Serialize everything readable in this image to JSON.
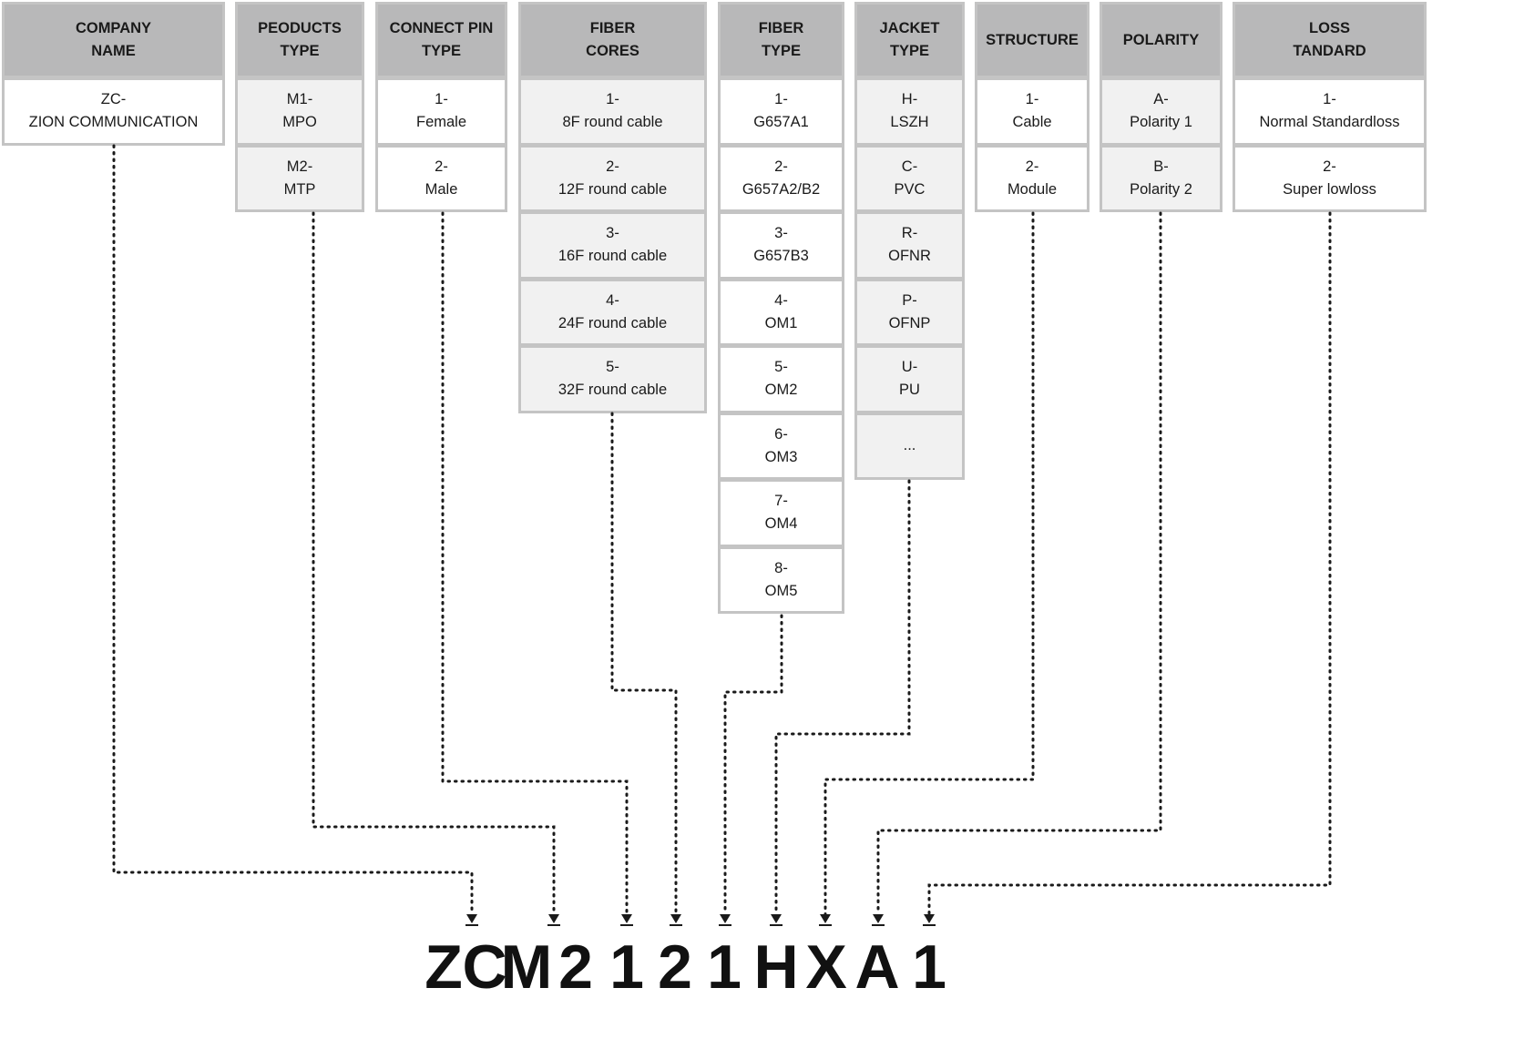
{
  "columns": [
    {
      "key": "company",
      "header": [
        "COMPANY",
        "NAME"
      ],
      "options": [
        [
          "ZC-",
          "ZION COMMUNICATION"
        ]
      ],
      "shade": "white"
    },
    {
      "key": "product",
      "header": [
        "PEODUCTS",
        "TYPE"
      ],
      "options": [
        [
          "M1-",
          "MPO"
        ],
        [
          "M2-",
          "MTP"
        ]
      ],
      "shade": "gray"
    },
    {
      "key": "pin",
      "header": [
        "CONNECT PIN",
        "TYPE"
      ],
      "options": [
        [
          "1-",
          "Female"
        ],
        [
          "2-",
          "Male"
        ]
      ],
      "shade": "white"
    },
    {
      "key": "cores",
      "header": [
        "FIBER",
        "CORES"
      ],
      "options": [
        [
          "1-",
          "8F round cable"
        ],
        [
          "2-",
          "12F round cable"
        ],
        [
          "3-",
          "16F round cable"
        ],
        [
          "4-",
          "24F round cable"
        ],
        [
          "5-",
          "32F round cable"
        ]
      ],
      "shade": "gray"
    },
    {
      "key": "fiber",
      "header": [
        "FIBER",
        "TYPE"
      ],
      "options": [
        [
          "1-",
          "G657A1"
        ],
        [
          "2-",
          "G657A2/B2"
        ],
        [
          "3-",
          "G657B3"
        ],
        [
          "4-",
          "OM1"
        ],
        [
          "5-",
          "OM2"
        ],
        [
          "6-",
          "OM3"
        ],
        [
          "7-",
          "OM4"
        ],
        [
          "8-",
          "OM5"
        ]
      ],
      "shade": "white"
    },
    {
      "key": "jacket",
      "header": [
        "JACKET",
        "TYPE"
      ],
      "options": [
        [
          "H-",
          "LSZH"
        ],
        [
          "C-",
          "PVC"
        ],
        [
          "R-",
          "OFNR"
        ],
        [
          "P-",
          "OFNP"
        ],
        [
          "U-",
          "PU"
        ],
        [
          "..."
        ]
      ],
      "shade": "gray"
    },
    {
      "key": "structure",
      "header": [
        "STRUCTURE"
      ],
      "options": [
        [
          "1-",
          "Cable"
        ],
        [
          "2-",
          "Module"
        ]
      ],
      "shade": "white"
    },
    {
      "key": "polarity",
      "header": [
        "POLARITY"
      ],
      "options": [
        [
          "A-",
          "Polarity 1"
        ],
        [
          "B-",
          "Polarity 2"
        ]
      ],
      "shade": "gray"
    },
    {
      "key": "loss",
      "header": [
        "LOSS",
        "TANDARD"
      ],
      "options": [
        [
          "1-",
          "Normal Standardloss"
        ],
        [
          "2-",
          "Super lowloss"
        ]
      ],
      "shade": "white"
    }
  ],
  "code": [
    "Z",
    "C",
    "M",
    "2",
    "1",
    "2",
    "1",
    "H",
    "X",
    "A",
    "1"
  ],
  "colors": {
    "header_bg": "#b8b8b9",
    "cell_border": "#c4c4c4",
    "cell_gray": "#f1f1f1",
    "connector": "#1a1a1a"
  }
}
